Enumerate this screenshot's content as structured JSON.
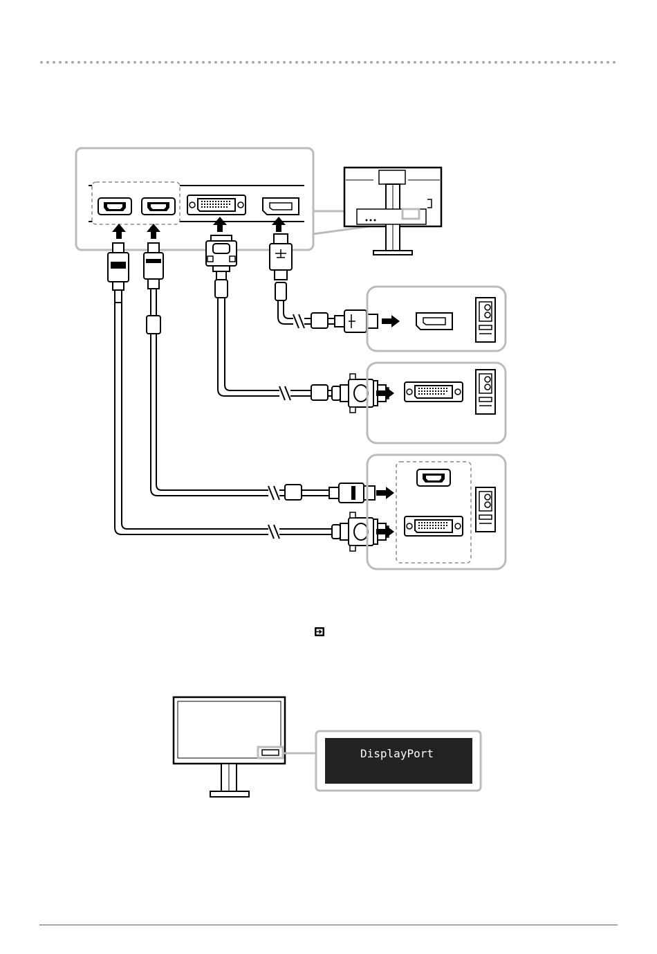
{
  "input_panel": {
    "display_text": "DisplayPort"
  },
  "icons": {
    "input_selector": "input-select-icon",
    "pc_tower": "pc-tower-icon",
    "arrow": "arrow-right-icon"
  },
  "connectors": [
    "hdmi-port",
    "hdmi-port",
    "dvi-port",
    "displayport-port"
  ],
  "colors": {
    "line": "#000000",
    "panel_border": "#bbbbbb",
    "display_bg": "#222222",
    "display_text": "#ffffff"
  }
}
